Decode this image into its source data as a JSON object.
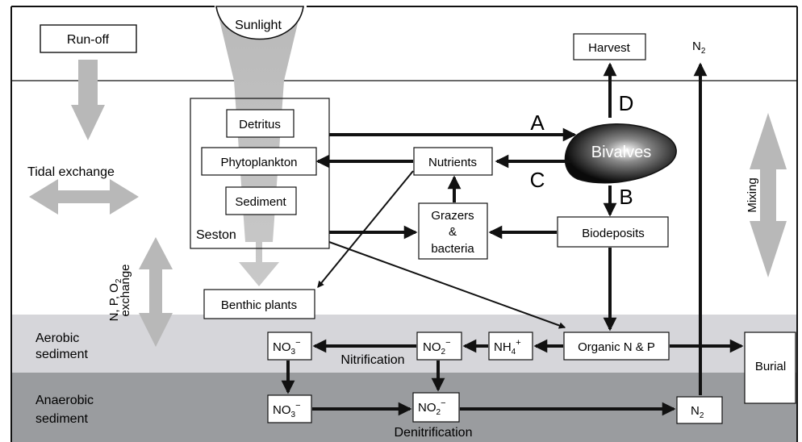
{
  "diagram": {
    "sunlight": "Sunlight",
    "runoff": "Run-off",
    "tidal_exchange": "Tidal exchange",
    "mixing": "Mixing",
    "exchange_line1": "N, P, O",
    "exchange_sub": "2",
    "exchange_line2": "exchange",
    "aerobic_line1": "Aerobic",
    "aerobic_line2": "sediment",
    "anaerobic_line1": "Anaerobic",
    "anaerobic_line2": "sediment",
    "seston": "Seston",
    "detritus": "Detritus",
    "phytoplankton": "Phytoplankton",
    "sediment": "Sediment",
    "nutrients": "Nutrients",
    "grazers_line1": "Grazers",
    "grazers_line2": "&",
    "grazers_line3": "bacteria",
    "biodeposits": "Biodeposits",
    "benthic_plants": "Benthic plants",
    "harvest": "Harvest",
    "n2_top": "N",
    "n2_top_sub": "2",
    "bivalves": "Bivalves",
    "letter_a": "A",
    "letter_b": "B",
    "letter_c": "C",
    "letter_d": "D",
    "organic_np": "Organic N & P",
    "burial": "Burial",
    "no3_aerobic": "NO",
    "no3_aerobic_sub": "3",
    "no3_aerobic_sup": "−",
    "no2_aerobic": "NO",
    "no2_aerobic_sub": "2",
    "no2_aerobic_sup": "−",
    "nh4": "NH",
    "nh4_sub": "4",
    "nh4_sup": "+",
    "nitrification": "Nitrification",
    "no3_anaerobic": "NO",
    "no3_anaerobic_sub": "3",
    "no3_anaerobic_sup": "−",
    "no2_anaerobic": "NO",
    "no2_anaerobic_sub": "2",
    "no2_anaerobic_sup": "−",
    "n2_bottom": "N",
    "n2_bottom_sub": "2",
    "denitrification": "Denitrification",
    "colors": {
      "aerobic_band": "#d6d6da",
      "anaerobic_band": "#9a9c9f",
      "grey_arrow": "#b8b8b8",
      "ink": "#111111"
    }
  }
}
